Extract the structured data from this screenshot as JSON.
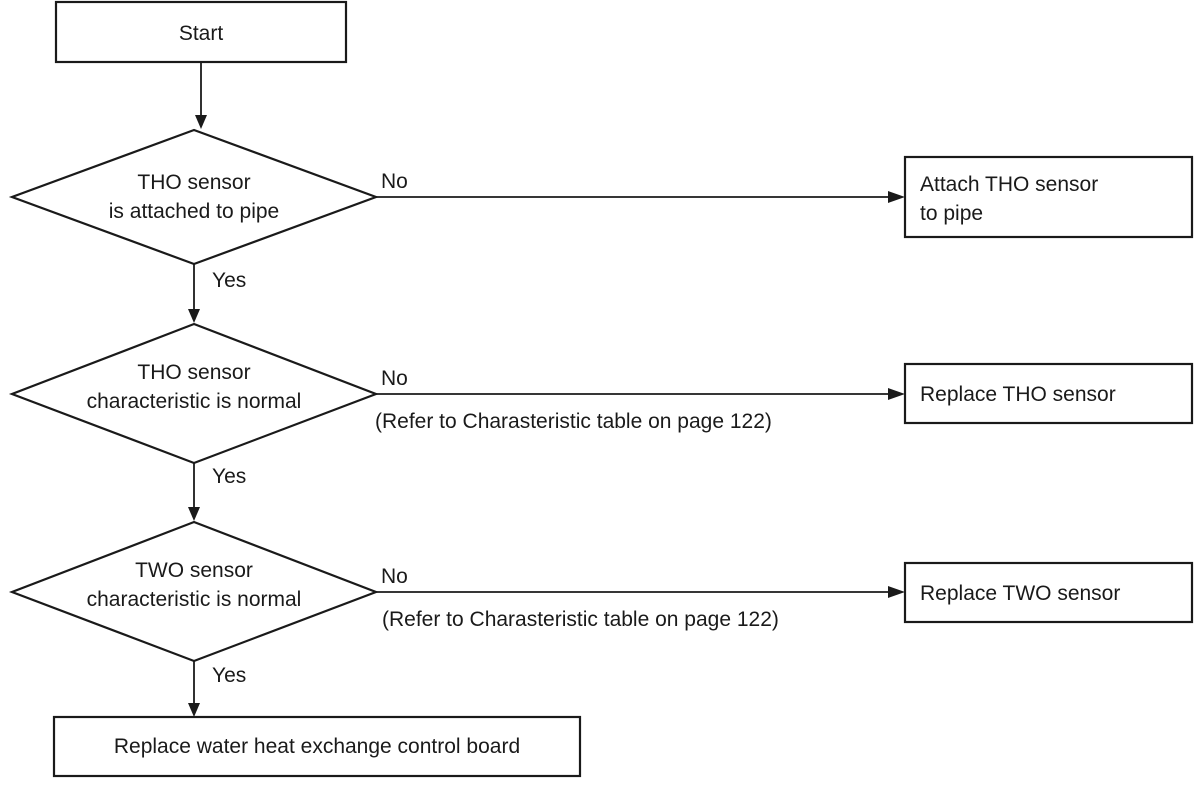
{
  "start": {
    "label": "Start"
  },
  "decisions": [
    {
      "line1": "THO sensor",
      "line2": "is attached to pipe",
      "yes_label": "Yes",
      "no_label": "No",
      "note": ""
    },
    {
      "line1": "THO sensor",
      "line2": "characteristic is normal",
      "yes_label": "Yes",
      "no_label": "No",
      "note": "(Refer to Charasteristic table on page 122)"
    },
    {
      "line1": "TWO sensor",
      "line2": "characteristic is normal",
      "yes_label": "Yes",
      "no_label": "No",
      "note": "(Refer to Charasteristic table on page 122)"
    }
  ],
  "actions": [
    {
      "line1": "Attach THO sensor",
      "line2": "to pipe"
    },
    {
      "line1": "Replace THO sensor",
      "line2": ""
    },
    {
      "line1": "Replace TWO sensor",
      "line2": ""
    }
  ],
  "end": {
    "label": "Replace water heat exchange control board"
  },
  "colors": {
    "stroke": "#1a1a1a",
    "background": "#ffffff"
  }
}
